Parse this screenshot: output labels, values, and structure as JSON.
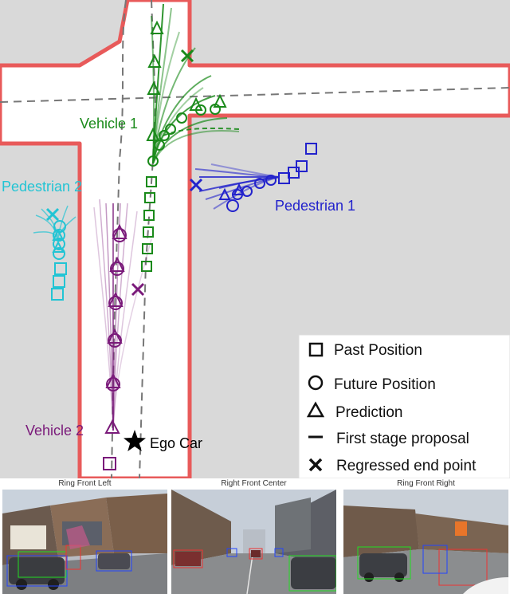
{
  "labels": {
    "vehicle1": "Vehicle 1",
    "vehicle2": "Vehicle 2",
    "pedestrian1": "Pedestrian 1",
    "pedestrian2": "Pedestrian 2",
    "ego": "Ego Car"
  },
  "legend": {
    "past": "Past Position",
    "future": "Future Position",
    "prediction": "Prediction",
    "proposal": "First stage proposal",
    "endpoint": "Regressed end point"
  },
  "cameras": {
    "left": "Ring Front Left",
    "center": "Right Front Center",
    "right": "Ring Front Right"
  },
  "colors": {
    "vehicle1": "#1a8a1a",
    "vehicle2": "#7a1a7a",
    "pedestrian1": "#2222cc",
    "pedestrian2": "#22c4d4",
    "road_edge": "#e85a5a",
    "background": "#d9d9d9"
  }
}
